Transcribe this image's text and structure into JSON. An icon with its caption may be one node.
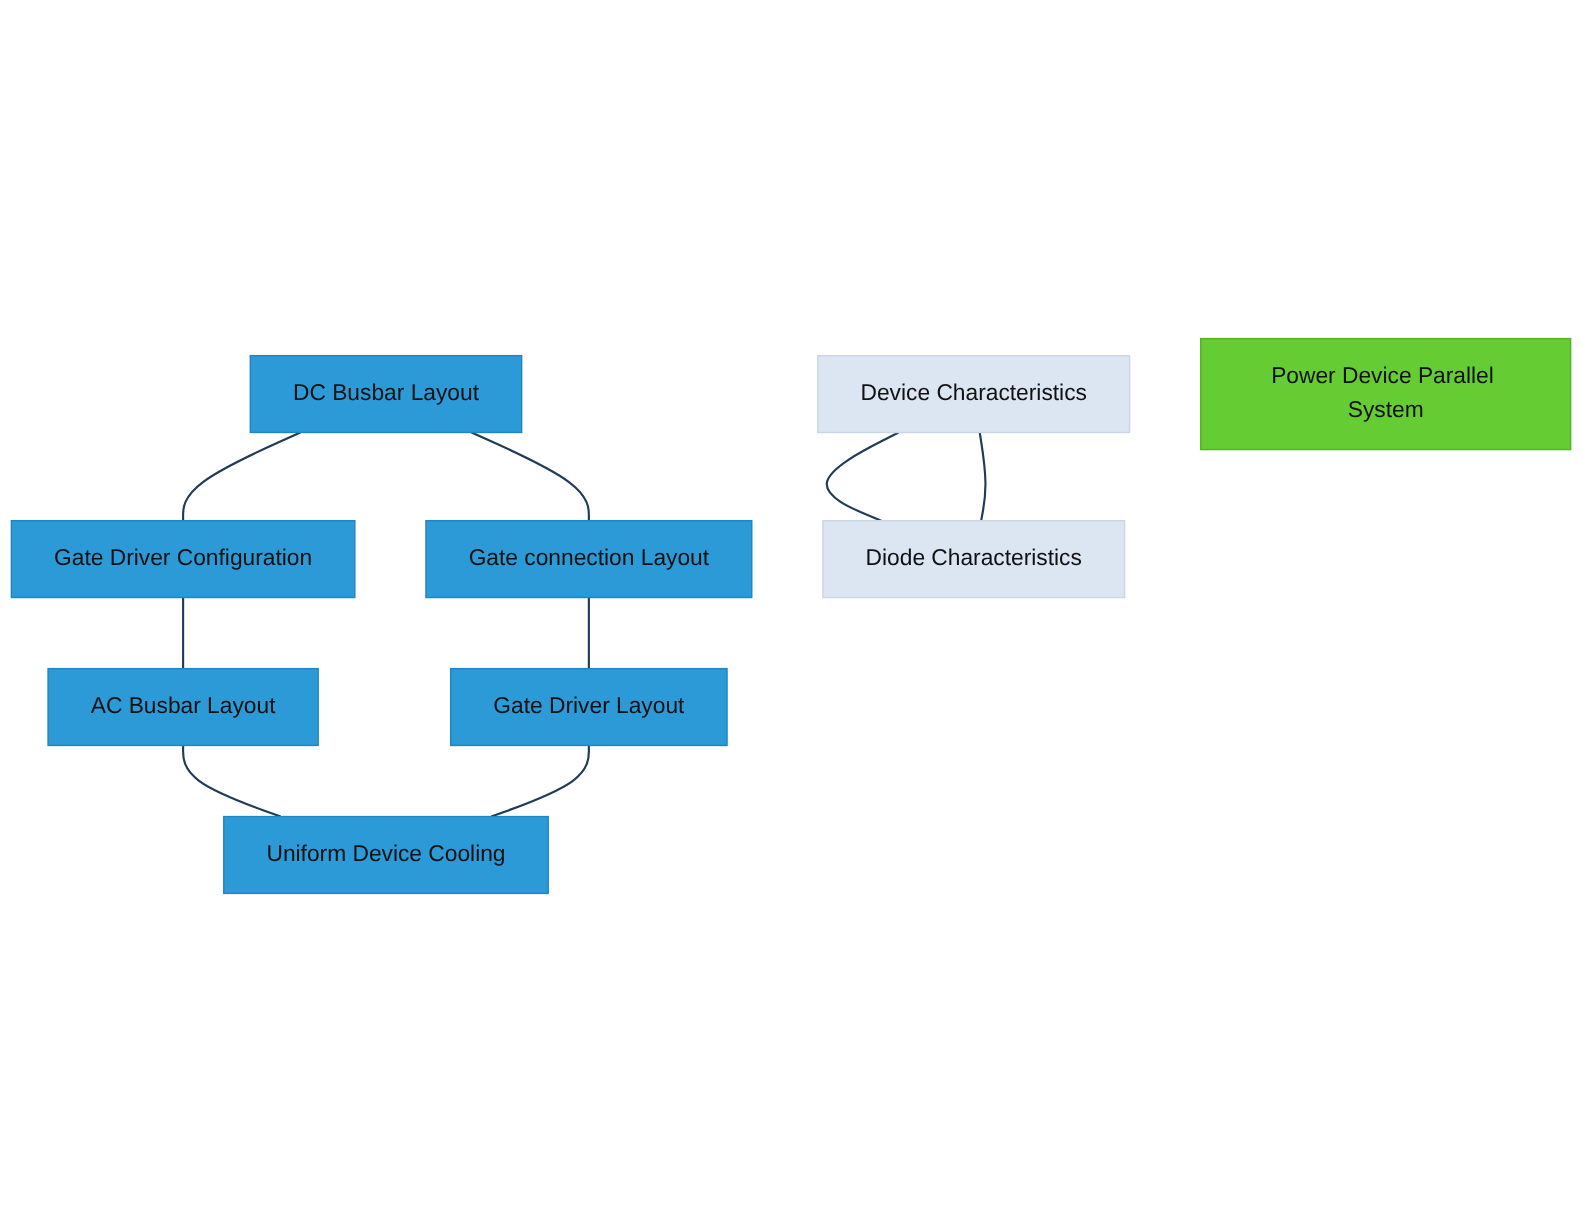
{
  "diagram": {
    "nodes": [
      {
        "text": [
          "Device Characteristics"
        ]
      },
      {
        "text": [
          "Gate Driver Configuration"
        ]
      },
      {
        "text": [
          "DC Busbar Layout"
        ]
      },
      {
        "text": [
          "AC Busbar Layout"
        ]
      },
      {
        "text": [
          "Power Device Parallel System"
        ]
      },
      {
        "text": [
          "Gate connection Layout"
        ]
      },
      {
        "text": [
          "Uniform Device Cooling"
        ]
      },
      {
        "text": [
          "Gate Driver Layout"
        ]
      },
      {
        "text": [
          "Diode Characteristics"
        ]
      }
    ],
    "edges": [
      {
        "from": 0,
        "to": 8,
        "arrow": "none"
      },
      {
        "from": 0,
        "to": 8,
        "arrow": "none"
      },
      {
        "from": 2,
        "to": 1,
        "arrow": "none"
      },
      {
        "from": 1,
        "to": 3,
        "arrow": "none"
      },
      {
        "from": 2,
        "to": 5,
        "arrow": "none"
      },
      {
        "from": 3,
        "to": 6,
        "arrow": "none"
      },
      {
        "from": 5,
        "to": 7,
        "arrow": "none"
      },
      {
        "from": 7,
        "to": 6,
        "arrow": "none"
      }
    ]
  }
}
